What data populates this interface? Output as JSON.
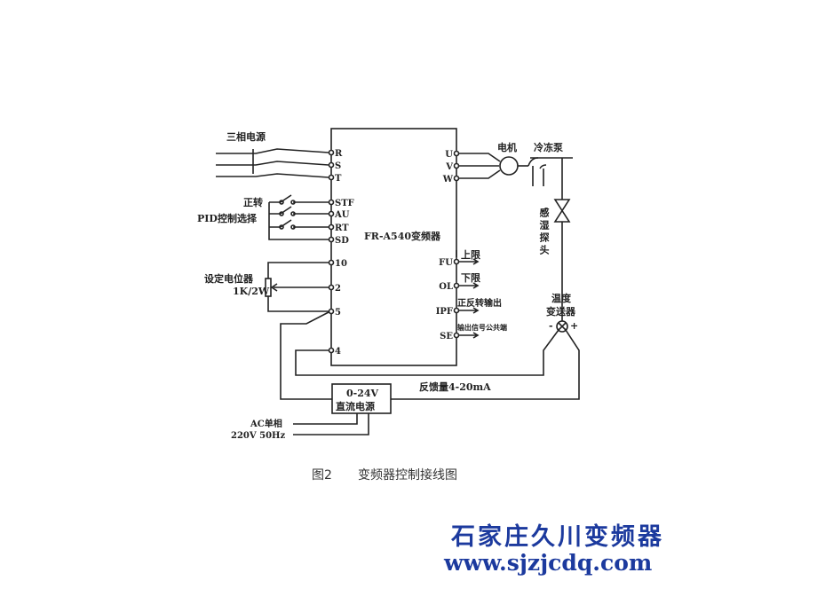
{
  "diagram": {
    "inverter_label": "FR-A540变频器",
    "power_label": "三相电源",
    "forward_label": "正转",
    "pid_label": "PID控制选择",
    "pot_label": "设定电位器",
    "pot_value": "1K/2W",
    "left_terminals": [
      "R",
      "S",
      "T",
      "STF",
      "AU",
      "RT",
      "SD",
      "10",
      "2",
      "5",
      "4"
    ],
    "right_terminals": [
      "U",
      "V",
      "W",
      "FU",
      "OL",
      "IPF",
      "SE"
    ],
    "motor_label": "电机",
    "pump_label": "冷冻泵",
    "sensor_label": "感湿探头",
    "transmitter_label_1": "温度",
    "transmitter_label_2": "变送器",
    "upper_limit": "上限",
    "lower_limit": "下限",
    "fwd_rev_output": "正反转输出",
    "output_common": "输出信号公共端",
    "feedback_label": "反馈量4-20mA",
    "psu_line1": "0-24V",
    "psu_line2": "直流电源",
    "ac_line1": "AC单相",
    "ac_line2": "220V 50Hz",
    "minus": "-",
    "plus": "+"
  },
  "caption": {
    "number": "图2",
    "title": "变频器控制接线图"
  },
  "watermark": {
    "company": "石家庄久川变频器",
    "url": "www.sjzjcdq.com"
  }
}
